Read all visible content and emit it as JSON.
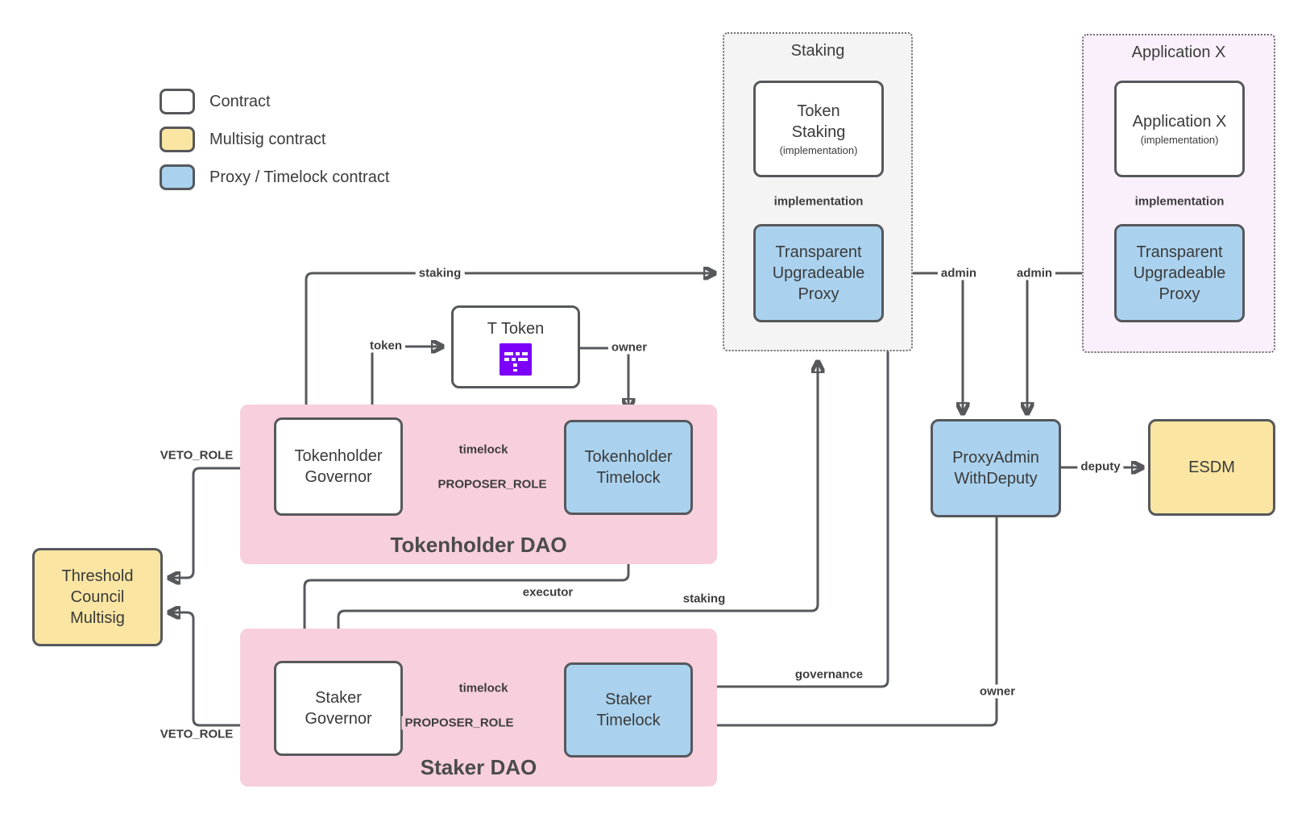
{
  "legend": {
    "items": [
      {
        "label": "Contract",
        "swatch": "contract-white"
      },
      {
        "label": "Multisig contract",
        "swatch": "multisig-yellow"
      },
      {
        "label": "Proxy / Timelock contract",
        "swatch": "proxy-timelock-blue"
      }
    ]
  },
  "groups": {
    "staking": {
      "title": "Staking",
      "implementation_box": {
        "title": "Token\nStaking",
        "subtitle": "(implementation)"
      },
      "proxy_label": "Transparent\nUpgradeable\nProxy"
    },
    "application_x": {
      "title": "Application X",
      "implementation_box": {
        "title": "Application X",
        "subtitle": "(implementation)"
      },
      "proxy_label": "Transparent\nUpgradeable\nProxy"
    }
  },
  "daos": {
    "tokenholder": {
      "title": "Tokenholder DAO",
      "governor_label": "Tokenholder\nGovernor",
      "timelock_label": "Tokenholder\nTimelock"
    },
    "staker": {
      "title": "Staker DAO",
      "governor_label": "Staker\nGovernor",
      "timelock_label": "Staker\nTimelock"
    }
  },
  "nodes": {
    "t_token": {
      "label": "T Token",
      "icon": "t-token-logo"
    },
    "council": {
      "label": "Threshold\nCouncil\nMultisig"
    },
    "proxy_admin": {
      "label": "ProxyAdmin\nWithDeputy"
    },
    "esdm": {
      "label": "ESDM"
    }
  },
  "edges": {
    "staking_top": {
      "label": "staking",
      "from": "tokenholder-governor",
      "to": "staking-group"
    },
    "token": {
      "label": "token",
      "from": "tokenholder-governor",
      "to": "t-token"
    },
    "owner_token": {
      "label": "owner",
      "from": "t-token",
      "to": "tokenholder-timelock"
    },
    "timelock_th": {
      "label": "timelock",
      "from": "tokenholder-governor",
      "to": "tokenholder-timelock"
    },
    "proposer_th": {
      "label": "PROPOSER_ROLE",
      "from": "tokenholder-timelock",
      "to": "tokenholder-governor"
    },
    "veto_th": {
      "label": "VETO_ROLE",
      "from": "tokenholder-governor",
      "to": "council-multisig"
    },
    "veto_st": {
      "label": "VETO_ROLE",
      "from": "staker-governor",
      "to": "council-multisig"
    },
    "timelock_st": {
      "label": "timelock",
      "from": "staker-governor",
      "to": "staker-timelock"
    },
    "proposer_st": {
      "label": "PROPOSER_ROLE",
      "from": "staker-timelock",
      "to": "staker-governor"
    },
    "executor": {
      "label": "executor",
      "from": "staker-governor",
      "to": "tokenholder-timelock"
    },
    "staking_bottom": {
      "label": "staking",
      "from": "staker-governor",
      "to": "staking-proxy"
    },
    "admin_staking": {
      "label": "admin",
      "from": "staking-proxy",
      "to": "proxy-admin"
    },
    "admin_appx": {
      "label": "admin",
      "from": "application-x-proxy",
      "to": "proxy-admin"
    },
    "governance": {
      "label": "governance",
      "from": "staking-proxy",
      "to": "staker-timelock"
    },
    "deputy": {
      "label": "deputy",
      "from": "proxy-admin",
      "to": "esdm"
    },
    "owner_proxyadmin": {
      "label": "owner",
      "from": "proxy-admin",
      "to": "staker-timelock"
    },
    "implementation_staking": {
      "label": "implementation",
      "from": "staking-proxy",
      "to": "token-staking-implementation"
    },
    "implementation_appx": {
      "label": "implementation",
      "from": "application-x-proxy",
      "to": "application-x-implementation"
    }
  },
  "colors": {
    "contract_fill": "#FFFFFF",
    "multisig_fill": "#FAE6A2",
    "proxy_timelock_fill": "#AAD2EE",
    "dao_background": "#F8CFDC",
    "staking_group_background": "#F4F4F4",
    "application_group_background": "#FAF0FB",
    "border_and_lines": "#56585C",
    "token_icon_purple": "#7D00F8"
  }
}
